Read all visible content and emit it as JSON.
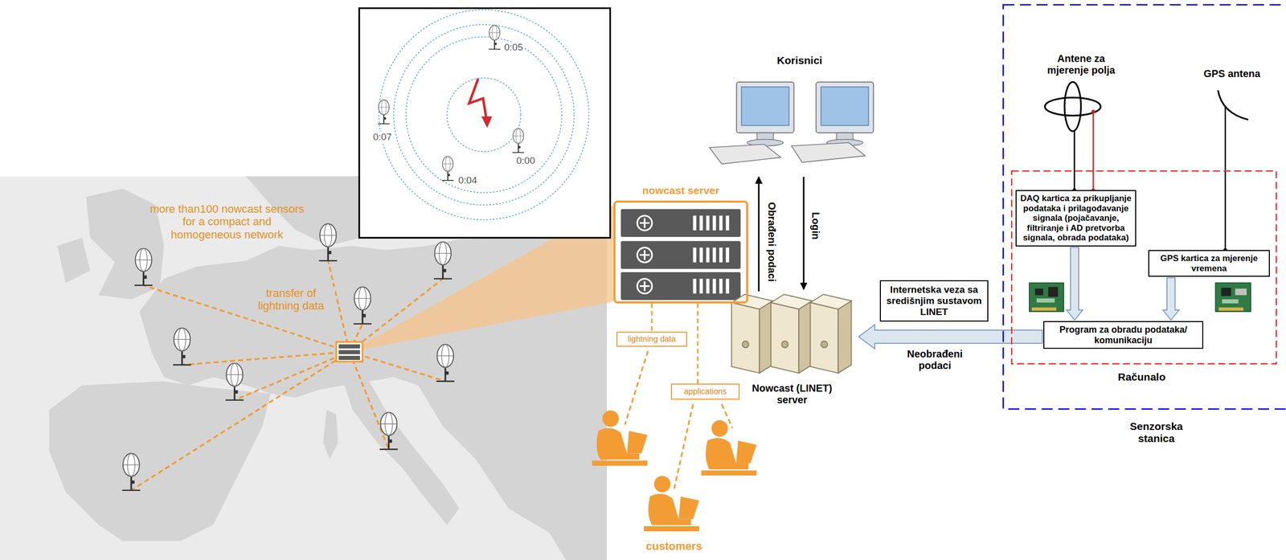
{
  "diagram": {
    "nodes": [
      {
        "text": [
          "nowcast server"
        ]
      },
      {
        "text": [
          "lightning data"
        ]
      },
      {
        "text": [
          "applications"
        ]
      },
      {
        "text": [
          "Korisnici"
        ]
      },
      {
        "text": [
          "Nowcast (LINET) server"
        ]
      },
      {
        "text": [
          "Internetska veza sa središnjim sustavom LINET"
        ]
      },
      {
        "text": [
          "Senzorska stanica"
        ]
      },
      {
        "text": [
          "Računalo"
        ],
        "in": 6
      },
      {
        "text": [
          "DAQ kartica za prikupljanje podataka i prilagođavanje signala (pojačavanje, filtriranje i AD pretvorba signala, obrada podataka)"
        ],
        "in": 7
      },
      {
        "text": [
          "GPS kartica za mjerenje vremena"
        ],
        "in": 7
      },
      {
        "text": [
          "Program za obradu podataka/ komunikaciju"
        ],
        "in": 7
      }
    ],
    "edges": [
      {
        "from": 0,
        "to": 1,
        "arrow": "none"
      },
      {
        "from": 0,
        "to": 2,
        "arrow": "none"
      },
      {
        "from": 4,
        "to": 3,
        "arrow": "to",
        "label": "Obrađeni podaci"
      },
      {
        "from": 3,
        "to": 4,
        "arrow": "to",
        "label": "Login"
      },
      {
        "from": 8,
        "to": 10,
        "arrow": "to"
      },
      {
        "from": 9,
        "to": 10,
        "arrow": "to"
      },
      {
        "from": 10,
        "to": 4,
        "arrow": "to",
        "label": "Neobrađeni podaci"
      }
    ],
    "labels": [
      "more than100 nowcast sensors for a compact and homogeneous network",
      "transfer of lightning data",
      "0:05",
      "0:07",
      "0:04",
      "0:00",
      "customers",
      "Antene za mjerenje polja",
      "GPS antena"
    ]
  }
}
